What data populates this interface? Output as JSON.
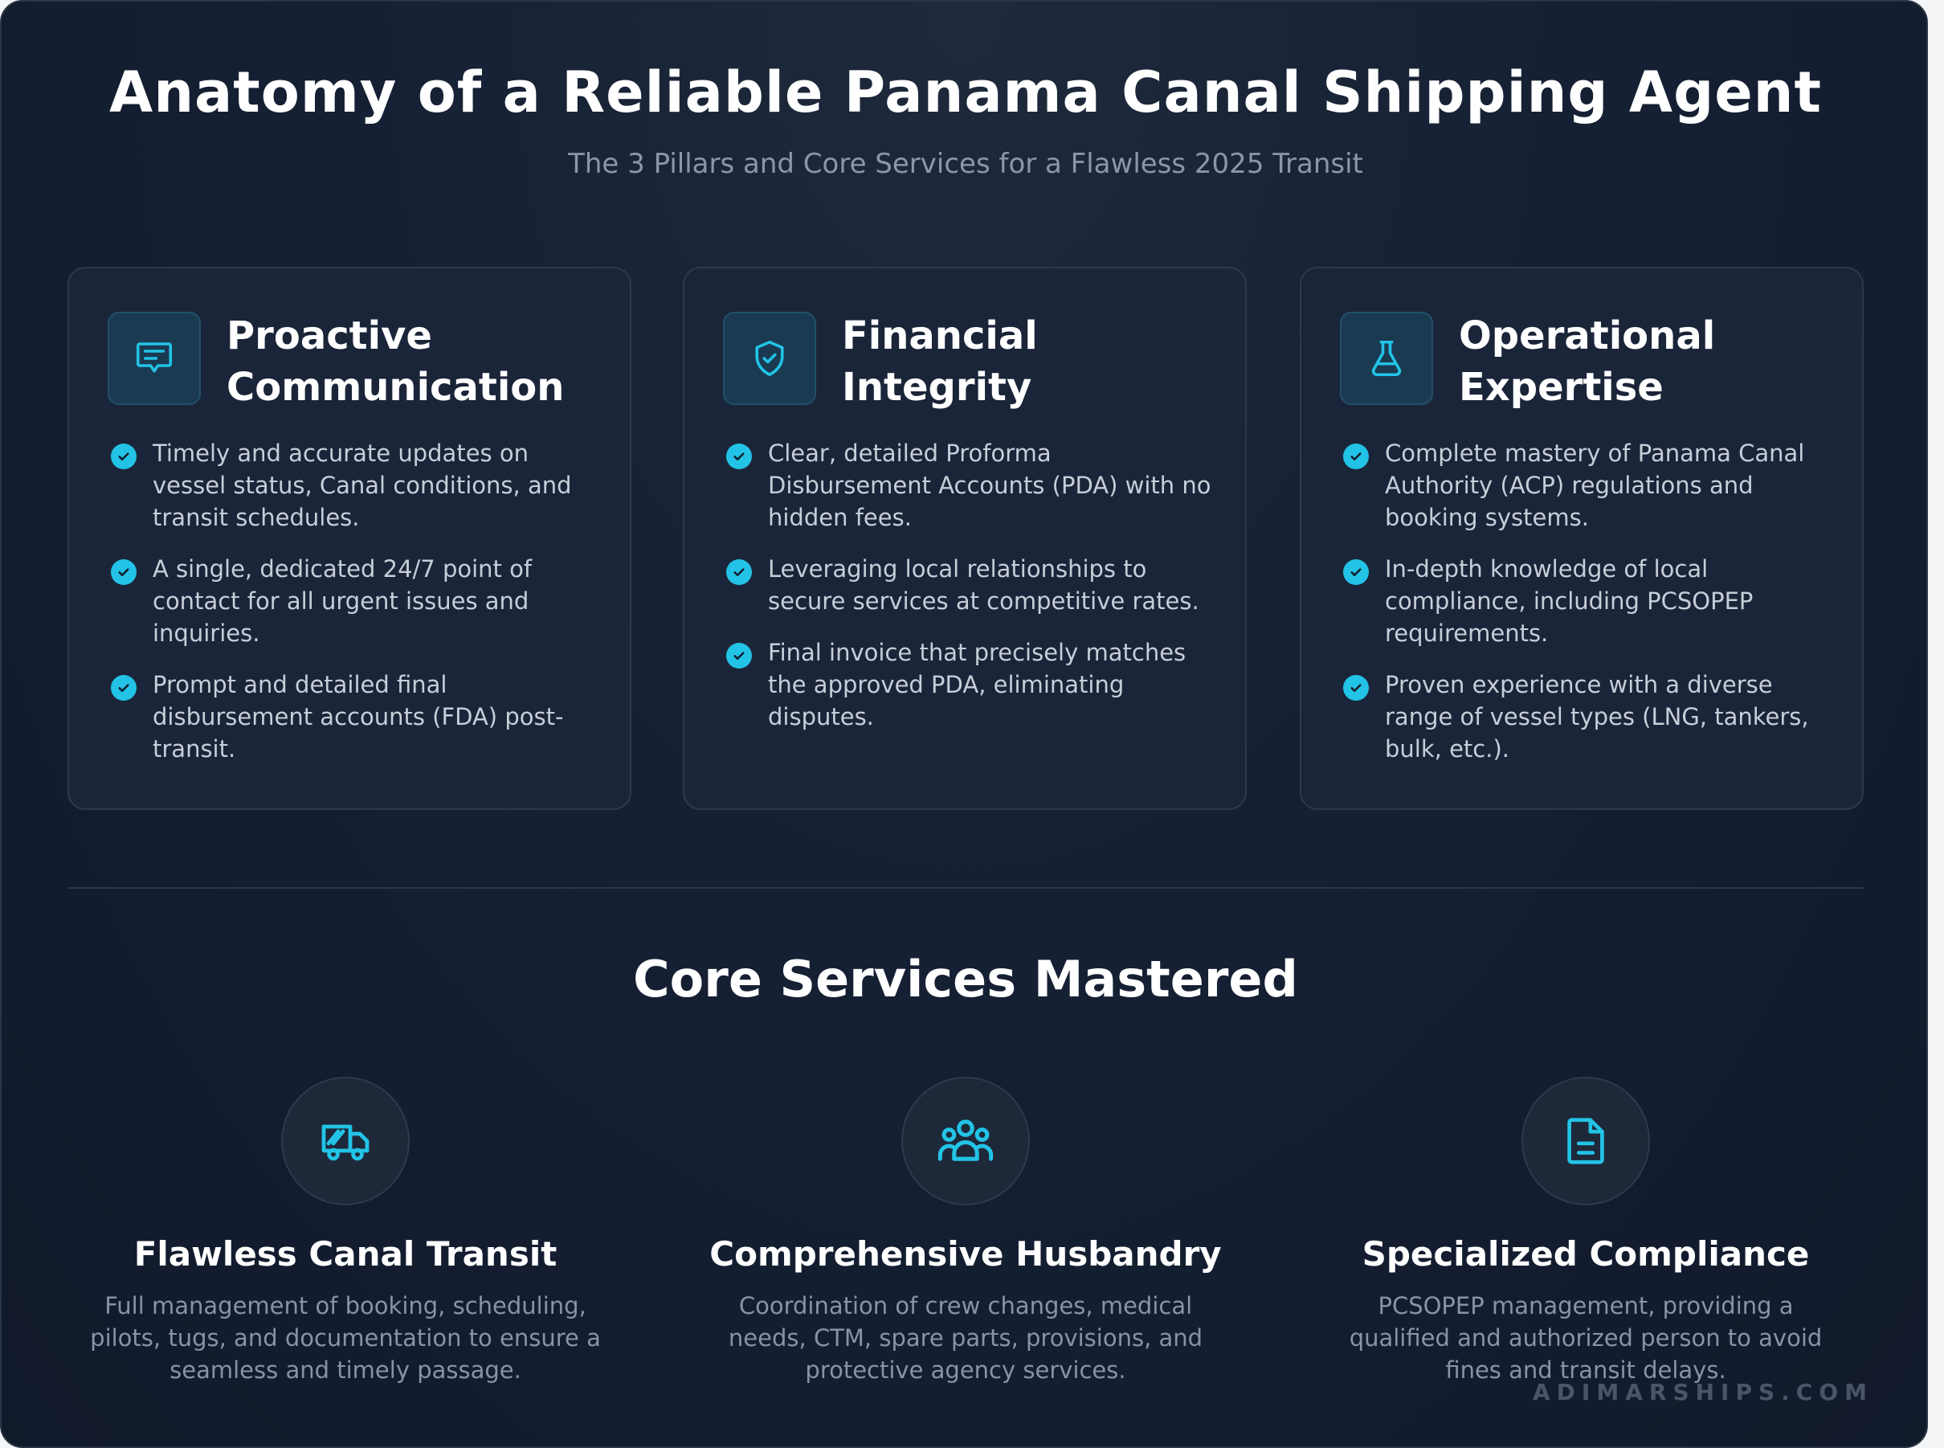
{
  "header": {
    "title": "Anatomy of a Reliable Panama Canal Shipping Agent",
    "subtitle": "The 3 Pillars and Core Services for a Flawless 2025 Transit"
  },
  "pillars": [
    {
      "icon": "message-icon",
      "title": "Proactive Communication",
      "items": [
        "Timely and accurate updates on vessel status, Canal conditions, and transit schedules.",
        "A single, dedicated 24/7 point of contact for all urgent issues and inquiries.",
        "Prompt and detailed final disbursement accounts (FDA) post-transit."
      ]
    },
    {
      "icon": "shield-check-icon",
      "title": "Financial Integrity",
      "items": [
        "Clear, detailed Proforma Disbursement Accounts (PDA) with no hidden fees.",
        "Leveraging local relationships to secure services at competitive rates.",
        "Final invoice that precisely matches the approved PDA, eliminating disputes."
      ]
    },
    {
      "icon": "flask-icon",
      "title": "Operational Expertise",
      "items": [
        "Complete mastery of Panama Canal Authority (ACP) regulations and booking systems.",
        "In-depth knowledge of local compliance, including PCSOPEP requirements.",
        "Proven experience with a diverse range of vessel types (LNG, tankers, bulk, etc.)."
      ]
    }
  ],
  "services_section": {
    "title": "Core Services Mastered",
    "services": [
      {
        "icon": "truck-icon",
        "title": "Flawless Canal Transit",
        "description": "Full management of booking, scheduling, pilots, tugs, and documentation to ensure a seamless and timely passage."
      },
      {
        "icon": "users-icon",
        "title": "Comprehensive Husbandry",
        "description": "Coordination of crew changes, medical needs, CTM, spare parts, provisions, and protective agency services."
      },
      {
        "icon": "document-icon",
        "title": "Specialized Compliance",
        "description": "PCSOPEP management, providing a qualified and authorized person to avoid fines and transit delays."
      }
    ]
  },
  "footer": {
    "watermark": "ADIMARSHIPS.COM"
  },
  "colors": {
    "accent": "#22c3e6",
    "background": "#162034",
    "card": "#1b2539"
  }
}
